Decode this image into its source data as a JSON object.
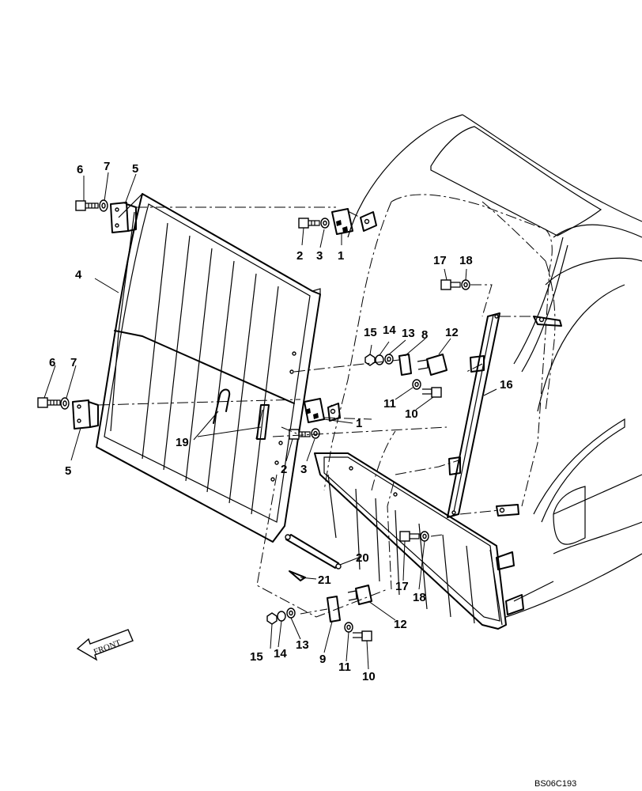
{
  "callouts": {
    "c1a": "1",
    "c1b": "1",
    "c2a": "2",
    "c2b": "2",
    "c3a": "3",
    "c3b": "3",
    "c4": "4",
    "c5a": "5",
    "c5b": "5",
    "c6a": "6",
    "c6b": "6",
    "c7a": "7",
    "c7b": "7",
    "c8": "8",
    "c9": "9",
    "c10a": "10",
    "c10b": "10",
    "c11a": "11",
    "c11b": "11",
    "c12a": "12",
    "c12b": "12",
    "c13a": "13",
    "c13b": "13",
    "c14a": "14",
    "c14b": "14",
    "c15a": "15",
    "c15b": "15",
    "c16": "16",
    "c17a": "17",
    "c17b": "17",
    "c18a": "18",
    "c18b": "18",
    "c19": "19",
    "c20": "20",
    "c21": "21"
  },
  "front_label": "FRONT",
  "drawing_code": "BS06C193"
}
